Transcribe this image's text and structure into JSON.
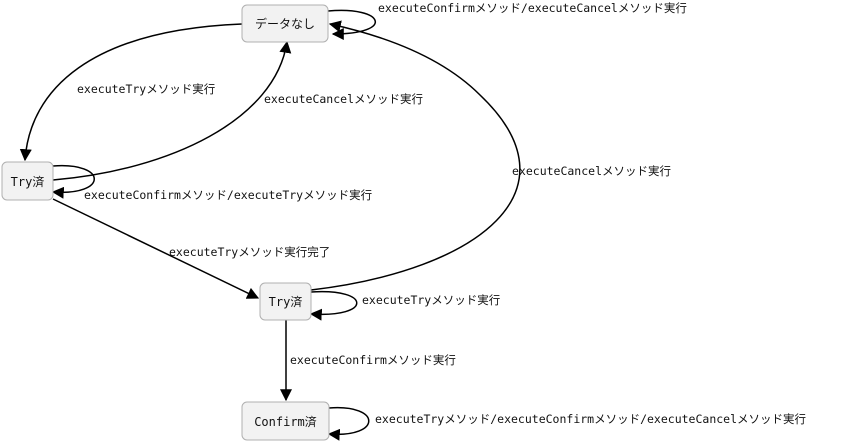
{
  "states": {
    "no_data": "データなし",
    "try_done_1": "Try済",
    "try_done_2": "Try済",
    "confirm_done": "Confirm済"
  },
  "transitions": {
    "no_data_self": "executeConfirmメソッド/executeCancelメソッド実行",
    "no_data_to_try1": "executeTryメソッド実行",
    "try1_to_no_data": "executeCancelメソッド実行",
    "try1_self": "executeConfirmメソッド/executeTryメソッド実行",
    "try1_to_try2": "executeTryメソッド実行完了",
    "try2_to_no_data": "executeCancelメソッド実行",
    "try2_self": "executeTryメソッド実行",
    "try2_to_confirm": "executeConfirmメソッド実行",
    "confirm_self": "executeTryメソッド/executeConfirmメソッド/executeCancelメソッド実行"
  }
}
